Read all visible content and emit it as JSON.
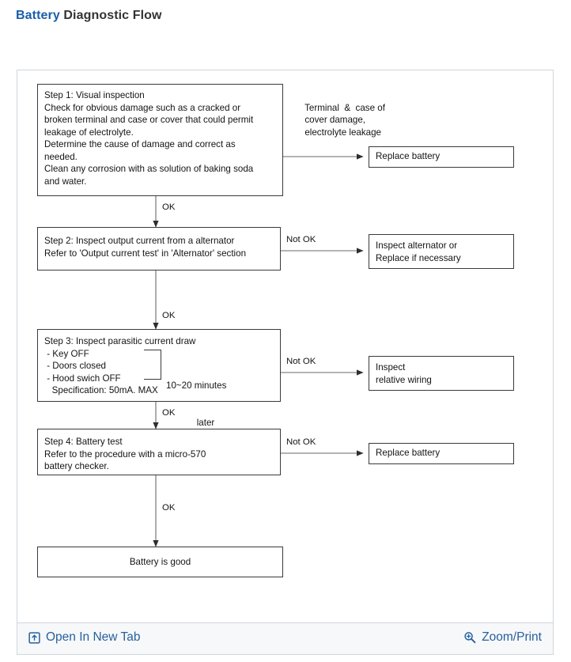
{
  "header": {
    "title_accent": "Battery",
    "title_rest": "Diagnostic Flow"
  },
  "footer": {
    "open_new_tab_label": "Open In New Tab",
    "open_new_tab_icon": "open-in-new-tab-icon",
    "zoom_print_label": "Zoom/Print",
    "zoom_print_icon": "magnifier-plus-icon",
    "link_color": "#27609c"
  },
  "diagram": {
    "type": "flowchart",
    "title": "Battery Diagnostic Flow",
    "nodes": {
      "step1": {
        "id": "step1",
        "lines": [
          "Step 1: Visual inspection",
          "Check for obvious damage such as a cracked or",
          "broken terminal and case or cover that could permit",
          "leakage of electrolyte.",
          "Determine the cause of damage and correct as",
          "needed.",
          "Clean any corrosion with as solution of baking soda",
          "and water."
        ]
      },
      "step2": {
        "id": "step2",
        "lines": [
          "Step 2: Inspect output current from a alternator",
          "Refer to 'Output current test' in 'Alternator' section"
        ]
      },
      "step3": {
        "id": "step3",
        "lines": [
          "Step 3: Inspect parasitic current draw",
          " - Key OFF",
          " - Doors closed",
          " - Hood swich OFF",
          "   Specification: 50mA. MAX"
        ]
      },
      "step4": {
        "id": "step4",
        "lines": [
          "Step 4: Battery test",
          "Refer to the procedure with a micro-570",
          "battery checker."
        ]
      },
      "result_good": {
        "id": "result-battery-is-good",
        "lines": [
          "Battery is good"
        ]
      },
      "replace1": {
        "id": "replace-battery-1",
        "lines": [
          "Replace battery"
        ]
      },
      "inspect_alternator": {
        "id": "inspect-alternator",
        "lines": [
          "Inspect alternator or",
          "Replace if necessary"
        ]
      },
      "inspect_wiring": {
        "id": "inspect-relative-wiring",
        "lines": [
          "Inspect",
          "relative wiring"
        ]
      },
      "replace2": {
        "id": "replace-battery-2",
        "lines": [
          "Replace battery"
        ]
      }
    },
    "annotations": {
      "fault_condition": [
        "Terminal  &  case of",
        "cover damage,",
        "electrolyte leakage"
      ],
      "wait_note": [
        "10~20 minutes",
        "later"
      ]
    },
    "edge_labels": {
      "ok_1_2": "OK",
      "ok_2_3": "OK",
      "ok_3_4": "OK",
      "ok_4_good": "OK",
      "not_ok_2": "Not OK",
      "not_ok_3": "Not OK",
      "not_ok_4": "Not OK"
    }
  }
}
